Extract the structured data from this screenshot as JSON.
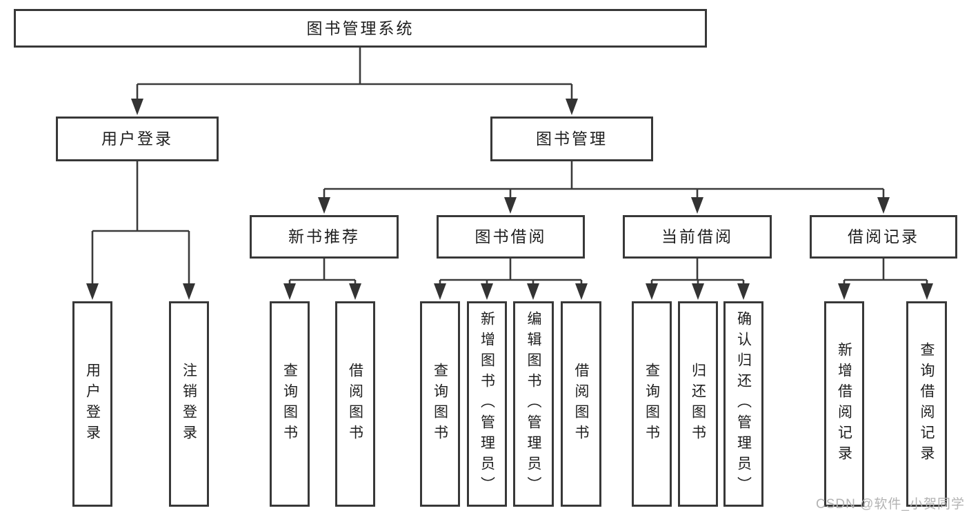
{
  "tree": {
    "label": "图书管理系统",
    "children": [
      {
        "label": "用户登录",
        "children": [
          {
            "label": "用户登录"
          },
          {
            "label": "注销登录"
          }
        ]
      },
      {
        "label": "图书管理",
        "children": [
          {
            "label": "新书推荐",
            "children": [
              {
                "label": "查询图书"
              },
              {
                "label": "借阅图书"
              }
            ]
          },
          {
            "label": "图书借阅",
            "children": [
              {
                "label": "查询图书"
              },
              {
                "label": "新增图书（管理员）"
              },
              {
                "label": "编辑图书（管理员）"
              },
              {
                "label": "借阅图书"
              }
            ]
          },
          {
            "label": "当前借阅",
            "children": [
              {
                "label": "查询图书"
              },
              {
                "label": "归还图书"
              },
              {
                "label": "确认归还（管理员）"
              }
            ]
          },
          {
            "label": "借阅记录",
            "children": [
              {
                "label": "新增借阅记录"
              },
              {
                "label": "查询借阅记录"
              }
            ]
          }
        ]
      }
    ]
  },
  "watermark": "CSDN @软件_小贺同学",
  "colors": {
    "line": "#3a3a3a",
    "border": "#383838",
    "text": "#1e1e1e",
    "watermark": "#b3b3b3",
    "background": "#ffffff"
  }
}
